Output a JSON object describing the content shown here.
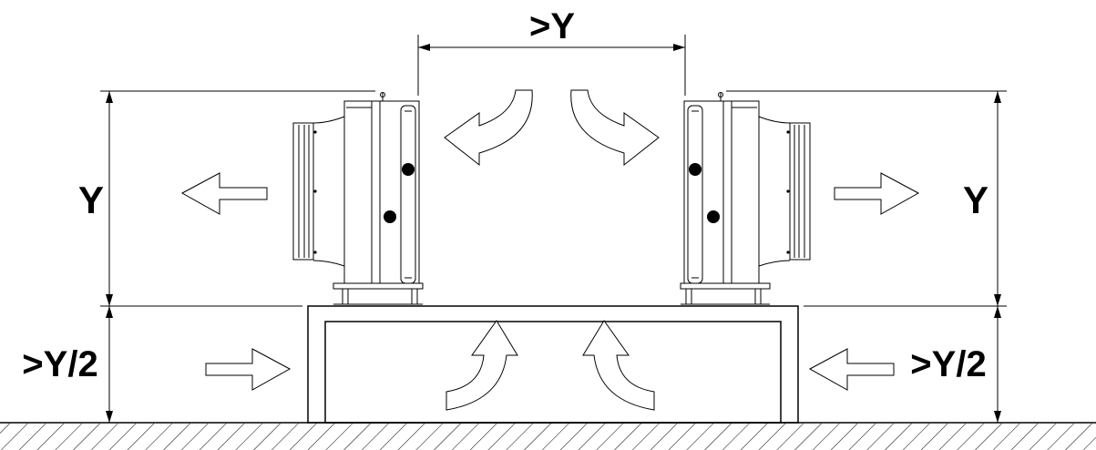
{
  "labels": {
    "top_spacing": ">Y",
    "left_height": "Y",
    "right_height": "Y",
    "left_base": ">Y/2",
    "right_base": ">Y/2"
  },
  "colors": {
    "line": "#000000",
    "background": "#ffffff"
  }
}
